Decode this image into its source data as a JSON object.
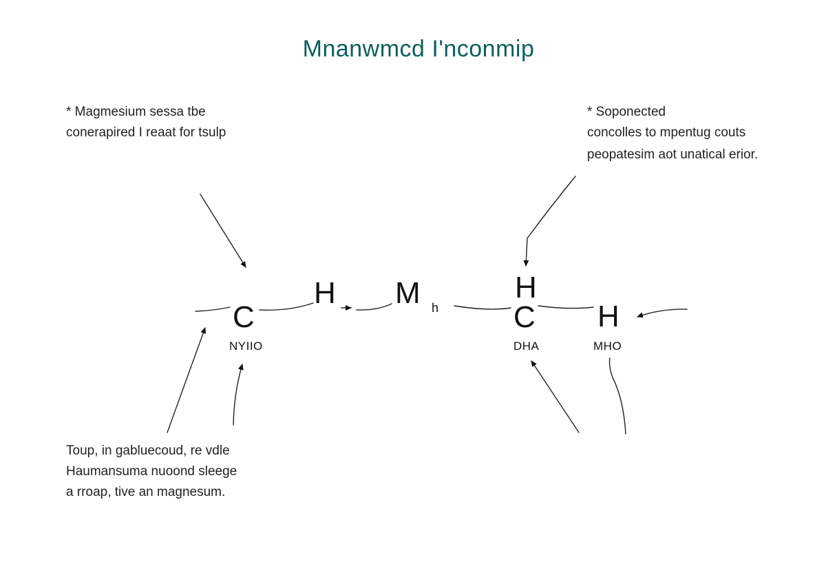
{
  "title": "Mnanwmcd I'nconmip",
  "notes": {
    "top_left": [
      "* Magmesium sessa tbe",
      "conerapired I reaat for tsulp"
    ],
    "top_right": [
      "* Soponected",
      "concolles to mpentug couts",
      "peopatesim aot unatical erior."
    ],
    "bottom_left": [
      "Toup,  in gabluecoud, re vdle",
      "Haumansuma nuoond sleege",
      "a rroap,  tive an magnesum."
    ]
  },
  "atoms": {
    "c1": "C",
    "h1": "H",
    "m1": "M",
    "h_small": "h",
    "h_top": "H",
    "c2": "C",
    "h2": "H"
  },
  "labels": {
    "nyiio": "NYIIO",
    "dha": "DHA",
    "mho": "MHO"
  },
  "colors": {
    "title": "#0e5f5f",
    "ink": "#111111"
  }
}
